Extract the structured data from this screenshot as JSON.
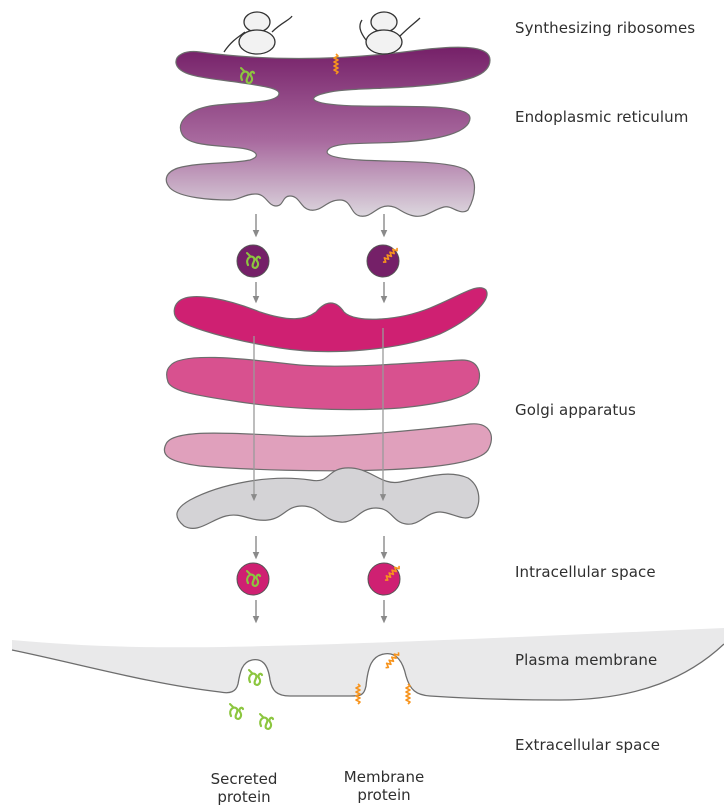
{
  "labels": {
    "ribosomes": "Synthesizing ribosomes",
    "er": "Endoplasmic reticulum",
    "golgi": "Golgi apparatus",
    "intracellular": "Intracellular space",
    "membrane": "Plasma membrane",
    "extracellular": "Extracellular space"
  },
  "captions": {
    "secreted_line1": "Secreted",
    "secreted_line2": "protein",
    "membrane_line1": "Membrane",
    "membrane_line2": "protein"
  },
  "colors": {
    "er_top": "#7a1f6e",
    "er_bottom": "#d9d4dc",
    "golgi_top": "#cc1f6b",
    "golgi_bottom": "#d0d0d0",
    "secreted_protein": "#8cc63f",
    "membrane_protein": "#f7941d",
    "arrow": "#8a8a8a"
  }
}
